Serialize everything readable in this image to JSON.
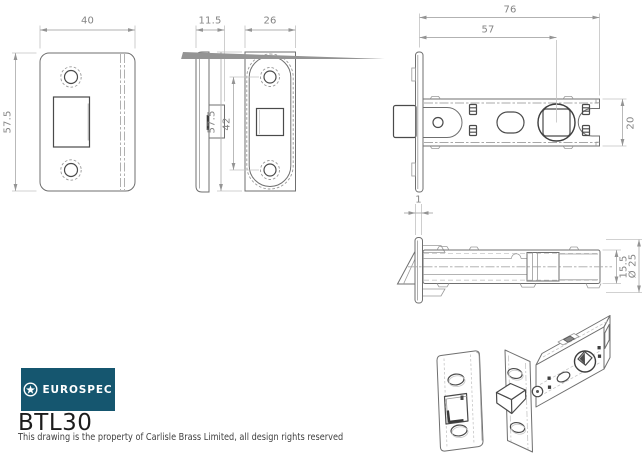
{
  "drawing": {
    "dimensions": {
      "strike_plate_width": "40",
      "strike_plate_height": "57.5",
      "strike_plate_depth": "11.5",
      "faceplate_width": "26",
      "faceplate_height": "57.5",
      "screw_hole_spacing": "42",
      "overall_length": "76",
      "backset": "57",
      "case_height": "20",
      "faceplate_thickness": "1",
      "case_depth": "15.5",
      "tube_diameter": "Ø 25"
    }
  },
  "title_block": {
    "logo_text": "EUROSPEC",
    "product_code": "BTL30",
    "copyright": "This drawing is the property of Carlisle Brass Limited, all design rights reserved"
  },
  "colors": {
    "logo_background": "#15566F",
    "outline": "#6f6f6f",
    "dimension_text": "#848484"
  }
}
